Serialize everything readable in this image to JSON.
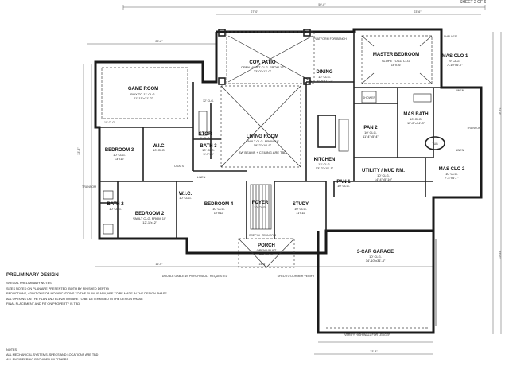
{
  "corner_label": "SHEET 2 OF 6",
  "rooms": {
    "cov_patio": {
      "name": "COV. PATIO",
      "sub1": "OPEN VAULT CLG. FROM 12'",
      "sub2": "23'-0\"x13'-0\""
    },
    "dining": {
      "name": "DINING",
      "sub1": "12' CLG.",
      "sub2": "10'-8\"x11'-2\""
    },
    "master_bedroom": {
      "name": "MASTER BEDROOM",
      "sub1": "SLOPE TO 11' CLG.",
      "sub2": "16'x16'"
    },
    "mas_clo_1": {
      "name": "MAS CLO 1",
      "sub1": "9' CLG.",
      "sub2": "7'-10\"x6'-7\""
    },
    "game_room": {
      "name": "GAME ROOM",
      "sub1": "BOX TO 11' CLG.",
      "sub2": "21'-11\"x21'-2\""
    },
    "living_room": {
      "name": "LIVING ROOM",
      "sub1": "VAULT CLG. FROM 16'",
      "sub2": "19'-2\"x19'-9\"",
      "sub3": "AW BEAMS + CEILING ARE TBD"
    },
    "mas_bath": {
      "name": "MAS BATH",
      "sub1": "10' CLG.",
      "sub2": "11'-2\"x14'-3\""
    },
    "bedroom_3": {
      "name": "BEDROOM 3",
      "sub1": "10' CLG.",
      "sub2": "13'x12'"
    },
    "bath_3": {
      "name": "BATH 3",
      "sub1": "10' CLG.",
      "sub2": "5'-9\"x9'"
    },
    "stor": {
      "name": "STOR",
      "sub1": "9' CLG."
    },
    "wic_a": {
      "name": "W.I.C.",
      "sub1": "10' CLG."
    },
    "pan_2": {
      "name": "PAN 2",
      "sub1": "10' CLG.",
      "sub2": "11'-4\"x5'-4\""
    },
    "kitchen": {
      "name": "KITCHEN",
      "sub1": "12' CLG.",
      "sub2": "13'-2\"x15'-1\""
    },
    "utility": {
      "name": "UTILITY / MUD RM.",
      "sub1": "10' CLG.",
      "sub2": "14'-4\"x5'-10\""
    },
    "mas_clo_2": {
      "name": "MAS CLO 2",
      "sub1": "10' CLG.",
      "sub2": "7'-4\"x6'-7\""
    },
    "pan_1": {
      "name": "PAN 1",
      "sub1": "10' CLG."
    },
    "bath_2": {
      "name": "BATH 2",
      "sub1": "10' CLG."
    },
    "bedroom_2": {
      "name": "BEDROOM 2",
      "sub1": "VAULT CLG. FROM 10'",
      "sub2": "12'-1\"x12'"
    },
    "wic_b": {
      "name": "W.I.C.",
      "sub1": "10' CLG."
    },
    "bedroom_4": {
      "name": "BEDROOM 4",
      "sub1": "10' CLG.",
      "sub2": "12'x12'"
    },
    "foyer": {
      "name": "FOYER",
      "sub1": "10' CLG."
    },
    "study": {
      "name": "STUDY",
      "sub1": "10' CLG.",
      "sub2": "11'x11'"
    },
    "porch": {
      "name": "PORCH",
      "sub1": "OPEN VAULT",
      "sub2": "FROM 10'"
    },
    "garage": {
      "name": "3-CAR GARAGE",
      "sub1": "10' CLG.",
      "sub2": "34'-10\"x31'-4\""
    }
  },
  "small_labels": {
    "platform": "PLATFORM FOR BENCH",
    "shelves": "SHELVES",
    "linen_1": "LINEN",
    "linen_2": "LINEN",
    "linen_3": "LINEN",
    "transom_1": "TRANSOM",
    "transom_2": "TRANSOM",
    "tub": "TUB",
    "shower": "SHOWER",
    "coats": "COATS",
    "cl_1": "12' CLG.",
    "cl_2": "10' CLG.",
    "special_transom": "SPECIAL TRANSOM",
    "gable_note": "DOUBLE GABLE W/ PORCH VAULT REQUESTED",
    "gable_note2": "SHED TO DORMER VERIFY",
    "garage_note": "VERIFY HIGH WALL FOR LEDGER"
  },
  "dims": {
    "top_total": "59'-0\"",
    "top_a": "27'-0\"",
    "top_b": "23'-6\"",
    "top_c": "28'-8\"",
    "left_a": "33'-8\"",
    "right_a": "24'-6\"",
    "right_b": "33'-0\"",
    "bottom_a": "16'-0\"",
    "bottom_b": "14'-4\"",
    "bottom_c": "33'-8\""
  },
  "notes": {
    "heading": "PRELIMINARY DESIGN",
    "lines": [
      "SPECIAL PRELIMINARY NOTES:",
      "SIZES NOTED ON PLAN ARE PRESENTED (BOTH BY FINISHED DEPTH)",
      "REDUCTIONS, ADDITIONS OR MODIFICATIONS TO THE PLAN, IF ANY, ARE TO BE MADE IN THE DESIGN PHASE",
      "ALL OPTIONS ON THE PLAN AND ELEVATION ARE TO BE DETERMINED IN THE DESIGN PHASE",
      "FINAL PLACEMENT AND FIT ON PROPERTY IS TBD"
    ],
    "bottom_lines": [
      "NOTES:",
      "ALL MECHANICAL SYSTEMS, SPECS AND LOCATIONS ARE TBD",
      "ALL ENGINEERING PROVIDED BY OTHERS"
    ]
  }
}
